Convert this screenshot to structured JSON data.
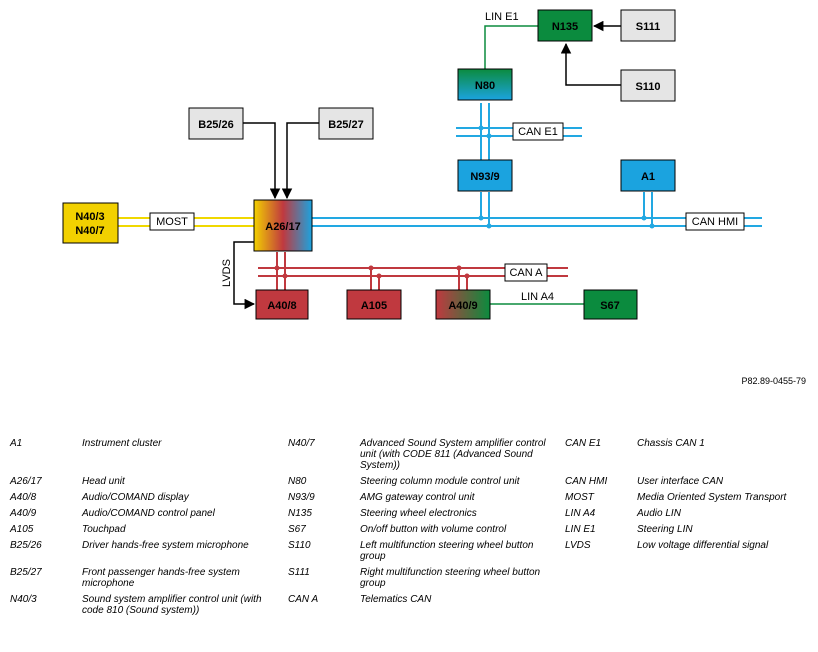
{
  "diagram": {
    "boxes": {
      "n135": "N135",
      "s111": "S111",
      "s110": "S110",
      "n80": "N80",
      "b2526": "B25/26",
      "b2527": "B25/27",
      "n939": "N93/9",
      "a1": "A1",
      "n403": "N40/3",
      "n407": "N40/7",
      "a2617": "A26/17",
      "a408": "A40/8",
      "a105": "A105",
      "a409": "A40/9",
      "s67": "S67"
    },
    "buses": {
      "lin_e1": "LIN E1",
      "can_e1": "CAN E1",
      "most": "MOST",
      "can_hmi": "CAN HMI",
      "lvds": "LVDS",
      "can_a": "CAN A",
      "lin_a4": "LIN A4"
    },
    "colors": {
      "green": "#0b8b3e",
      "blue": "#1ba3df",
      "red": "#c0393f",
      "yellow": "#f2d100",
      "gray": "#e5e5e5",
      "bus_blue": "#22a8e2",
      "bus_red": "#c0393f",
      "bus_yellow": "#f0d800"
    }
  },
  "reference": "P82.89-0455-79",
  "legend": [
    [
      "A1",
      "Instrument cluster",
      "N40/7",
      "Advanced Sound System amplifier control unit (with CODE 811 (Advanced Sound System))",
      "CAN E1",
      "Chassis CAN 1"
    ],
    [
      "A26/17",
      "Head unit",
      "N80",
      "Steering column module control unit",
      "CAN HMI",
      "User interface CAN"
    ],
    [
      "A40/8",
      "Audio/COMAND display",
      "N93/9",
      "AMG gateway control unit",
      "MOST",
      "Media Oriented System Transport"
    ],
    [
      "A40/9",
      "Audio/COMAND control panel",
      "N135",
      "Steering wheel electronics",
      "LIN A4",
      "Audio LIN"
    ],
    [
      "A105",
      "Touchpad",
      "S67",
      "On/off button with volume control",
      "LIN E1",
      "Steering LIN"
    ],
    [
      "B25/26",
      "Driver hands-free system microphone",
      "S110",
      "Left multifunction steering wheel button group",
      "LVDS",
      "Low voltage differential signal"
    ],
    [
      "B25/27",
      "Front passenger hands-free system microphone",
      "S111",
      "Right multifunction steering wheel button group",
      "",
      ""
    ],
    [
      "N40/3",
      "Sound system amplifier control unit (with code 810 (Sound system))",
      "CAN A",
      "Telematics CAN",
      "",
      ""
    ]
  ]
}
